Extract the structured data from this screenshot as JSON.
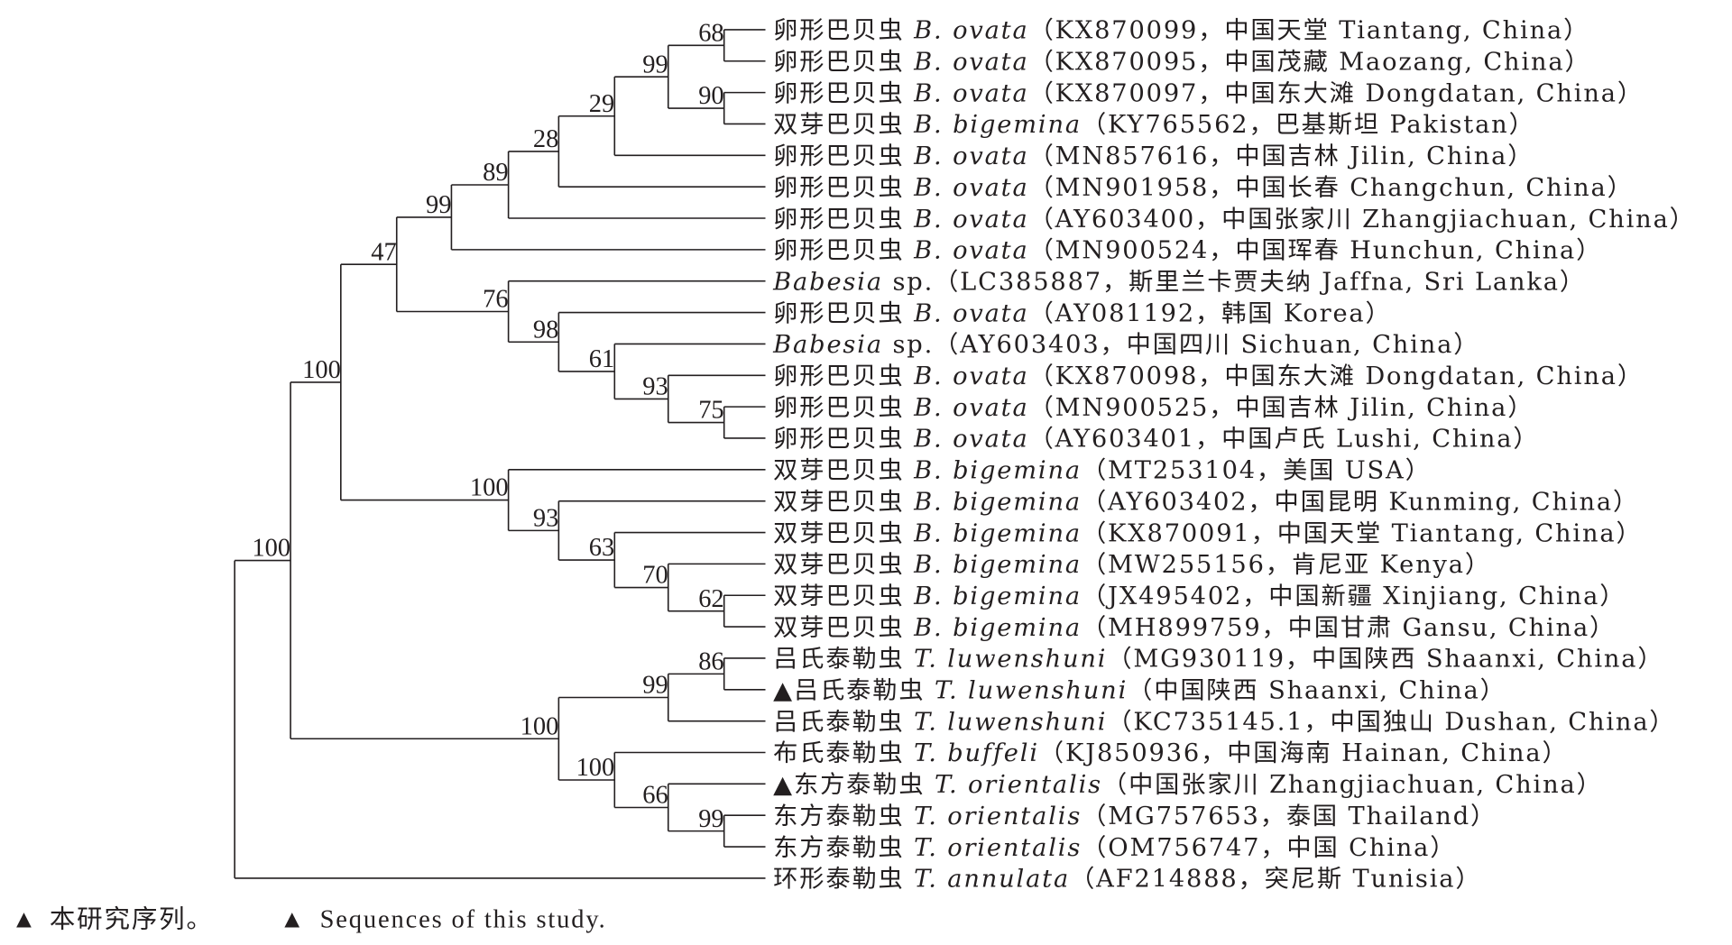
{
  "leaves": [
    {
      "marker": "",
      "cn": "卵形巴贝虫 ",
      "sci": "B. ovata",
      "info": "（KX870099，中国天堂 Tiantang, China）"
    },
    {
      "marker": "",
      "cn": "卵形巴贝虫 ",
      "sci": "B. ovata",
      "info": "（KX870095，中国茂藏 Maozang, China）"
    },
    {
      "marker": "",
      "cn": "卵形巴贝虫 ",
      "sci": "B. ovata",
      "info": "（KX870097，中国东大滩 Dongdatan, China）"
    },
    {
      "marker": "",
      "cn": "双芽巴贝虫 ",
      "sci": "B. bigemina",
      "info": "（KY765562，巴基斯坦 Pakistan）"
    },
    {
      "marker": "",
      "cn": "卵形巴贝虫 ",
      "sci": "B. ovata",
      "info": "（MN857616，中国吉林 Jilin, China）"
    },
    {
      "marker": "",
      "cn": "卵形巴贝虫 ",
      "sci": "B. ovata",
      "info": "（MN901958，中国长春 Changchun, China）"
    },
    {
      "marker": "",
      "cn": "卵形巴贝虫 ",
      "sci": "B. ovata",
      "info": "（AY603400，中国张家川 Zhangjiachuan, China）"
    },
    {
      "marker": "",
      "cn": "卵形巴贝虫 ",
      "sci": "B. ovata",
      "info": "（MN900524，中国珲春 Hunchun, China）"
    },
    {
      "marker": "",
      "cn": "",
      "sci": "Babesia",
      "info": " sp.（LC385887，斯里兰卡贾夫纳 Jaffna, Sri Lanka）"
    },
    {
      "marker": "",
      "cn": "卵形巴贝虫 ",
      "sci": "B. ovata",
      "info": "（AY081192，韩国 Korea）"
    },
    {
      "marker": "",
      "cn": "",
      "sci": "Babesia",
      "info": " sp.（AY603403，中国四川 Sichuan, China）"
    },
    {
      "marker": "",
      "cn": "卵形巴贝虫 ",
      "sci": "B. ovata",
      "info": "（KX870098，中国东大滩 Dongdatan, China）"
    },
    {
      "marker": "",
      "cn": "卵形巴贝虫 ",
      "sci": "B. ovata",
      "info": "（MN900525，中国吉林 Jilin, China）"
    },
    {
      "marker": "",
      "cn": "卵形巴贝虫 ",
      "sci": "B. ovata",
      "info": "（AY603401，中国卢氏 Lushi, China）"
    },
    {
      "marker": "",
      "cn": "双芽巴贝虫 ",
      "sci": "B. bigemina",
      "info": "（MT253104，美国 USA）"
    },
    {
      "marker": "",
      "cn": "双芽巴贝虫 ",
      "sci": "B. bigemina",
      "info": "（AY603402，中国昆明 Kunming, China）"
    },
    {
      "marker": "",
      "cn": "双芽巴贝虫 ",
      "sci": "B. bigemina",
      "info": "（KX870091，中国天堂 Tiantang, China）"
    },
    {
      "marker": "",
      "cn": "双芽巴贝虫 ",
      "sci": "B. bigemina",
      "info": "（MW255156，肯尼亚 Kenya）"
    },
    {
      "marker": "",
      "cn": "双芽巴贝虫 ",
      "sci": "B. bigemina",
      "info": "（JX495402，中国新疆 Xinjiang, China）"
    },
    {
      "marker": "",
      "cn": "双芽巴贝虫 ",
      "sci": "B. bigemina",
      "info": "（MH899759，中国甘肃 Gansu, China）"
    },
    {
      "marker": "",
      "cn": "吕氏泰勒虫 ",
      "sci": "T. luwenshuni",
      "info": "（MG930119，中国陕西 Shaanxi, China）"
    },
    {
      "marker": "▲",
      "cn": "吕氏泰勒虫 ",
      "sci": "T. luwenshuni",
      "info": "（中国陕西 Shaanxi, China）"
    },
    {
      "marker": "",
      "cn": "吕氏泰勒虫 ",
      "sci": "T. luwenshuni",
      "info": "（KC735145.1，中国独山 Dushan, China）"
    },
    {
      "marker": "",
      "cn": "布氏泰勒虫 ",
      "sci": "T. buffeli",
      "info": "（KJ850936，中国海南 Hainan, China）"
    },
    {
      "marker": "▲",
      "cn": "东方泰勒虫 ",
      "sci": "T. orientalis",
      "info": "（中国张家川 Zhangjiachuan, China）"
    },
    {
      "marker": "",
      "cn": "东方泰勒虫 ",
      "sci": "T. orientalis",
      "info": "（MG757653，泰国 Thailand）"
    },
    {
      "marker": "",
      "cn": "东方泰勒虫 ",
      "sci": "T. orientalis",
      "info": "（OM756747，中国 China）"
    },
    {
      "marker": "",
      "cn": "环形泰勒虫 ",
      "sci": "T. annulata",
      "info": "（AF214888，突尼斯 Tunisia）"
    }
  ],
  "tree": {
    "id": "root",
    "support": "",
    "children": [
      {
        "id": "n100r",
        "support": "100",
        "children": [
          {
            "id": "n100a",
            "support": "100",
            "children": [
              {
                "id": "n47",
                "support": "47",
                "children": [
                  {
                    "id": "n99b",
                    "support": "99",
                    "children": [
                      {
                        "id": "n89",
                        "support": "89",
                        "children": [
                          {
                            "id": "n28",
                            "support": "28",
                            "children": [
                              {
                                "id": "n29",
                                "support": "29",
                                "children": [
                                  {
                                    "id": "n99a",
                                    "support": "99",
                                    "children": [
                                      {
                                        "id": "n68",
                                        "support": "68",
                                        "children": [
                                          0,
                                          1
                                        ]
                                      },
                                      {
                                        "id": "n90",
                                        "support": "90",
                                        "children": [
                                          2,
                                          3
                                        ]
                                      }
                                    ]
                                  },
                                  4
                                ]
                              },
                              5
                            ]
                          },
                          6
                        ]
                      },
                      7
                    ]
                  },
                  {
                    "id": "n76",
                    "support": "76",
                    "children": [
                      8,
                      {
                        "id": "n98",
                        "support": "98",
                        "children": [
                          9,
                          {
                            "id": "n61",
                            "support": "61",
                            "children": [
                              10,
                              {
                                "id": "n93",
                                "support": "93",
                                "children": [
                                  11,
                                  {
                                    "id": "n75",
                                    "support": "75",
                                    "children": [
                                      12,
                                      13
                                    ]
                                  }
                                ]
                              }
                            ]
                          }
                        ]
                      }
                    ]
                  }
                ]
              },
              {
                "id": "n100b",
                "support": "100",
                "children": [
                  14,
                  {
                    "id": "n93b",
                    "support": "93",
                    "children": [
                      15,
                      {
                        "id": "n63",
                        "support": "63",
                        "children": [
                          16,
                          {
                            "id": "n70",
                            "support": "70",
                            "children": [
                              17,
                              {
                                "id": "n62",
                                "support": "62",
                                "children": [
                                  18,
                                  19
                                ]
                              }
                            ]
                          }
                        ]
                      }
                    ]
                  }
                ]
              }
            ]
          },
          {
            "id": "n100c",
            "support": "100",
            "children": [
              {
                "id": "n99c",
                "support": "99",
                "children": [
                  {
                    "id": "n86",
                    "support": "86",
                    "children": [
                      20,
                      21
                    ]
                  },
                  22
                ]
              },
              {
                "id": "n100d",
                "support": "100",
                "children": [
                  23,
                  {
                    "id": "n66",
                    "support": "66",
                    "children": [
                      24,
                      {
                        "id": "n99d",
                        "support": "99",
                        "children": [
                          25,
                          26
                        ]
                      }
                    ]
                  }
                ]
              }
            ]
          }
        ]
      },
      27
    ]
  },
  "footer": {
    "marker_cn": "▲",
    "note_cn": "本研究序列。",
    "marker_en": "▲",
    "note_en": "Sequences of this study."
  }
}
